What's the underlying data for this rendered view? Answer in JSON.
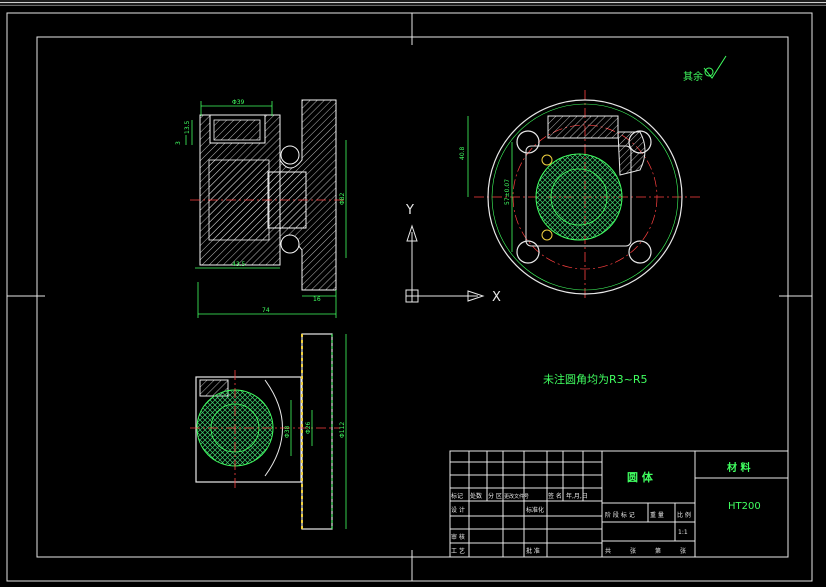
{
  "window": {
    "title": ""
  },
  "drawing": {
    "roughness_note": "其余",
    "fillet_note": "未注圆角均为R3~R5",
    "ucs": {
      "y_label": "Y",
      "x_label": "X"
    },
    "dims": {
      "d_top": "Φ39",
      "d_left_a": "3",
      "d_left_b": "13.5",
      "d_phi82": "Φ82",
      "d_43_5": "43.5",
      "d_16": "16",
      "d_74": "74",
      "d_40_8": "40.8",
      "d_57": "57±0.07",
      "d_phi112": "Φ112",
      "d_phi38": "Φ38",
      "d_phi26": "Φ26"
    },
    "title_block": {
      "part_name": "圆 体",
      "material_header": "材 料",
      "material": "HT200",
      "scale_value": "1:1",
      "row_labels": [
        "标记",
        "处数",
        "分 区",
        "更改文件号",
        "签 名",
        "年,月,日"
      ],
      "design": "设 计",
      "standardize": "标准化",
      "stage_mark": "阶 段 标 记",
      "weight": "重 量",
      "ratio": "比 例",
      "check": "审 核",
      "process": "工 艺",
      "approve": "批 准",
      "sheets_total": "共",
      "sheets_label": "张",
      "sheet_no": "第",
      "sheet_label": "张"
    }
  }
}
